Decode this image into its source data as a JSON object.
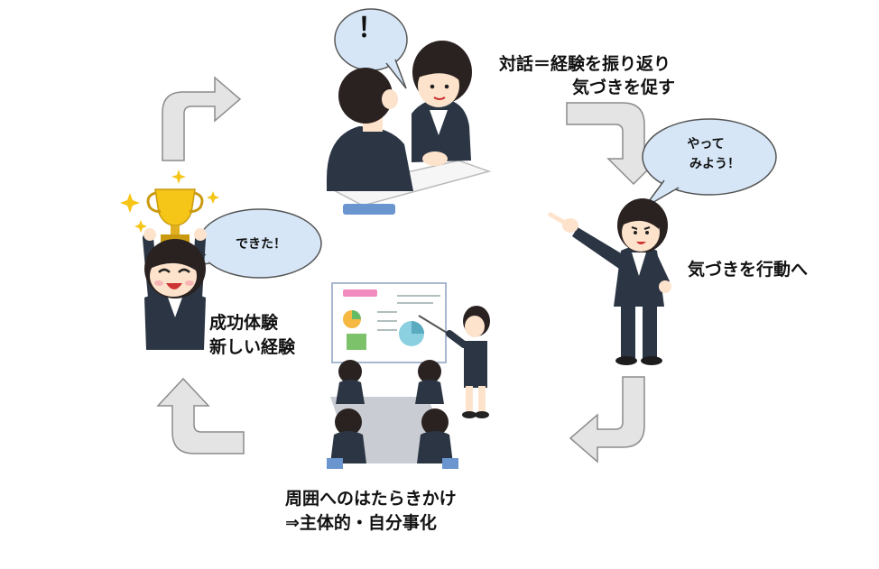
{
  "colors": {
    "bubble": "#d6e6f7",
    "arrow_fill": "#e4e4e4",
    "arrow_stroke": "#8c8c8c",
    "suit": "#2b3544",
    "skin": "#fde3cc",
    "hair": "#2a2220"
  },
  "steps": {
    "dialogue": {
      "line1": "対話＝経験を振り返り",
      "line2": "気づきを促す",
      "bubble": "！"
    },
    "action": {
      "label": "気づきを行動へ",
      "bubble_line1": "やって",
      "bubble_line2": "みよう！"
    },
    "influence": {
      "line1": "周囲へのはたらきかけ",
      "line2": "⇒主体的・自分事化"
    },
    "success": {
      "line1": "成功体験",
      "line2": "新しい経験",
      "bubble": "できた！"
    }
  },
  "icons": {
    "cycle_arrows": "curved-arrow-icon",
    "meeting": "meeting-illustration",
    "pointing": "pointing-woman-illustration",
    "presentation": "presentation-illustration",
    "trophy": "trophy-woman-illustration"
  }
}
